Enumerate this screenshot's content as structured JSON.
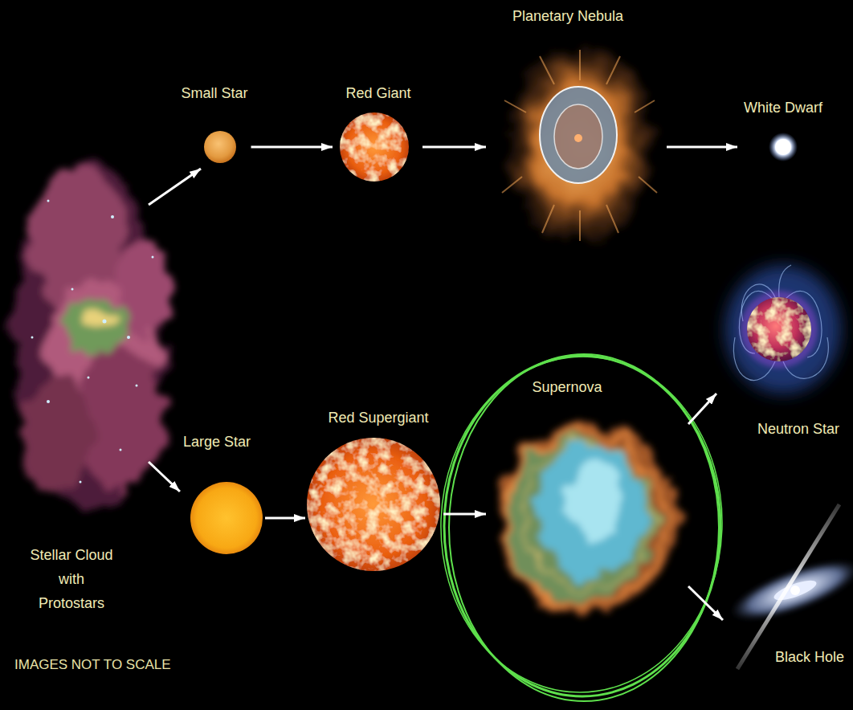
{
  "diagram": {
    "nodes": [
      {
        "text": [
          "Stellar Cloud with Protostars"
        ]
      },
      {
        "text": [
          "Small Star"
        ]
      },
      {
        "text": [
          "Red Giant"
        ]
      },
      {
        "text": [
          "Planetary Nebula"
        ]
      },
      {
        "text": [
          "White Dwarf"
        ]
      },
      {
        "text": [
          "Large Star"
        ]
      },
      {
        "text": [
          "Red Supergiant"
        ]
      },
      {
        "text": [
          "Supernova"
        ]
      },
      {
        "text": [
          "Neutron Star"
        ]
      },
      {
        "text": [
          "Black Hole"
        ]
      }
    ],
    "edges": [
      {
        "from": 0,
        "to": 1,
        "arrow": "to"
      },
      {
        "from": 1,
        "to": 2,
        "arrow": "to"
      },
      {
        "from": 2,
        "to": 3,
        "arrow": "to"
      },
      {
        "from": 3,
        "to": 4,
        "arrow": "to"
      },
      {
        "from": 0,
        "to": 5,
        "arrow": "to"
      },
      {
        "from": 5,
        "to": 6,
        "arrow": "to"
      },
      {
        "from": 6,
        "to": 7,
        "arrow": "to"
      },
      {
        "from": 7,
        "to": 8,
        "arrow": "to"
      },
      {
        "from": 7,
        "to": 9,
        "arrow": "to"
      }
    ],
    "labels": [
      "IMAGES NOT TO SCALE"
    ]
  }
}
